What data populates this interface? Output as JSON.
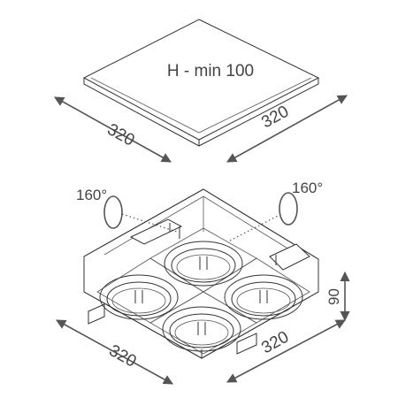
{
  "cutout": {
    "label": "H - min 100",
    "width_label": "320",
    "depth_label": "320"
  },
  "fixture": {
    "rotation_left": "160°",
    "rotation_right": "160°",
    "width_label": "320",
    "depth_label": "320",
    "height_label": "90"
  },
  "colors": {
    "line": "#333333",
    "dimension": "#555555",
    "background": "#ffffff"
  }
}
